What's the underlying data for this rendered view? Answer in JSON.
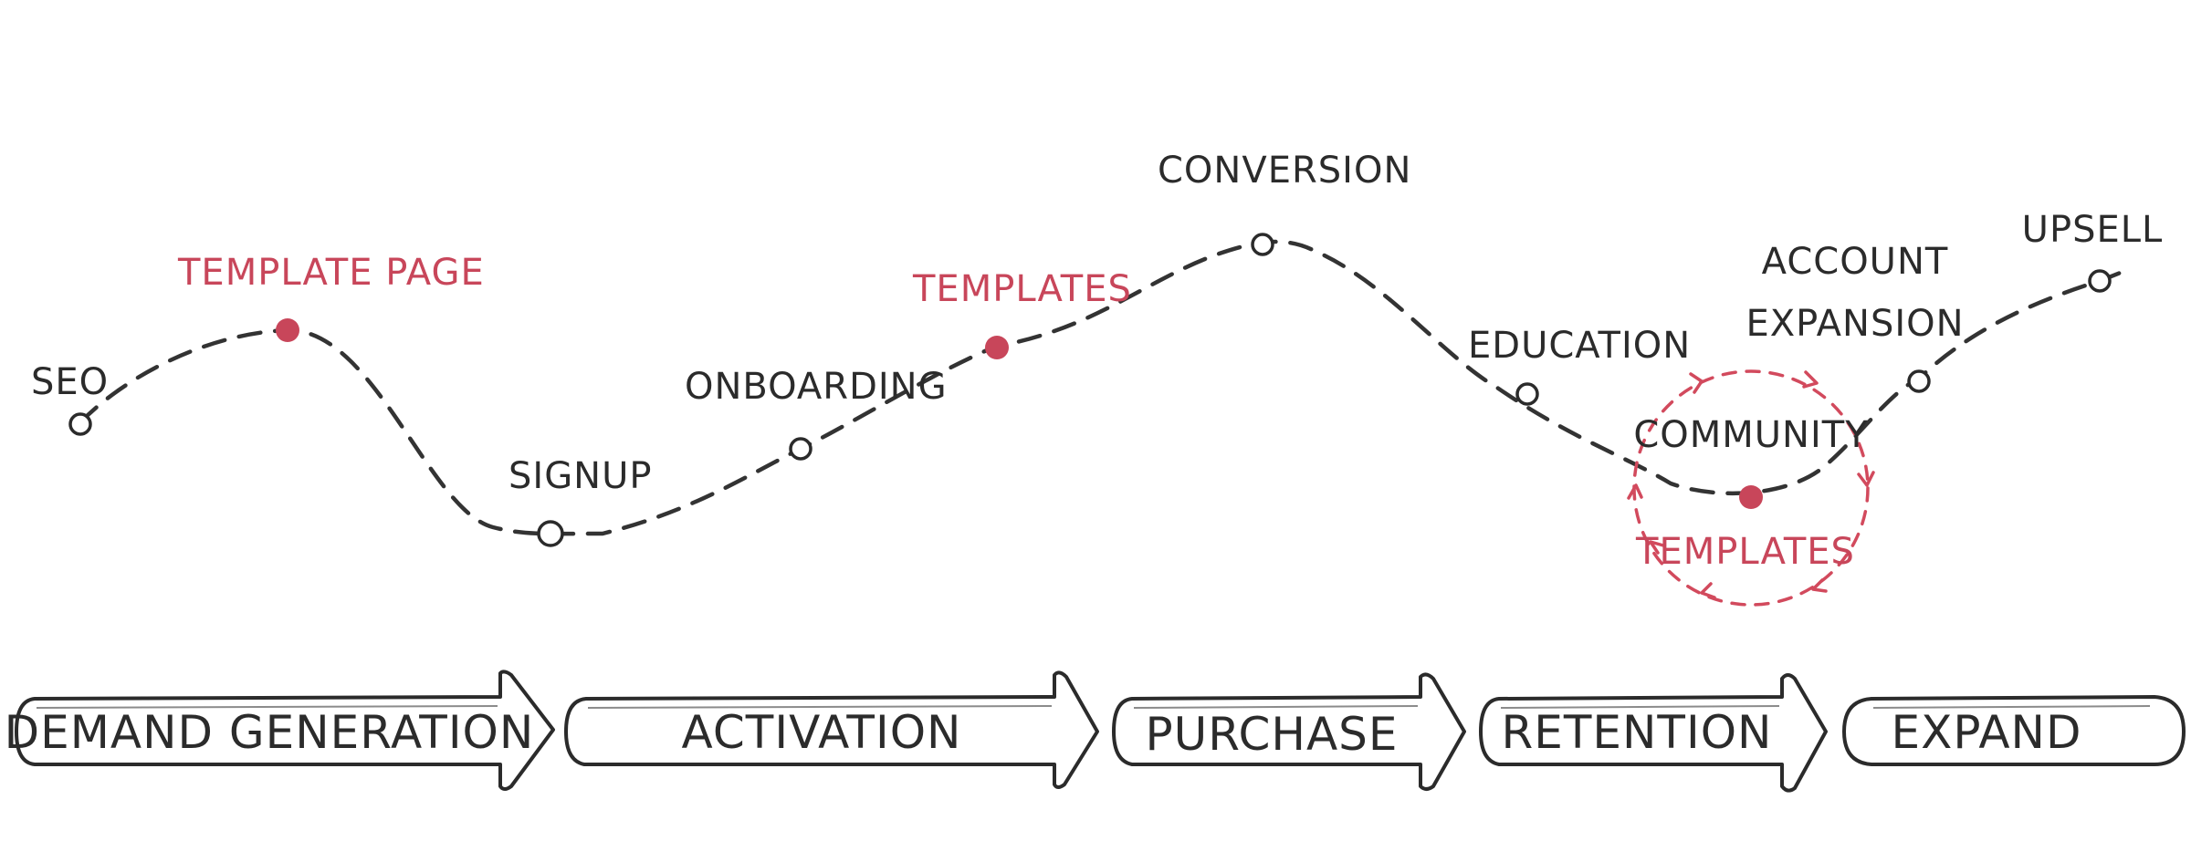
{
  "journey": {
    "nodes": [
      {
        "id": "seo",
        "label": "SEO",
        "highlight": false
      },
      {
        "id": "template-page",
        "label": "TEMPLATE PAGE",
        "highlight": true
      },
      {
        "id": "signup",
        "label": "SIGNUP",
        "highlight": false
      },
      {
        "id": "onboarding",
        "label": "ONBOARDING",
        "highlight": false
      },
      {
        "id": "templates",
        "label": "TEMPLATES",
        "highlight": true
      },
      {
        "id": "conversion",
        "label": "CONVERSION",
        "highlight": false
      },
      {
        "id": "education",
        "label": "EDUCATION",
        "highlight": false
      },
      {
        "id": "community",
        "label": "COMMUNITY",
        "highlight": true
      },
      {
        "id": "account-expansion",
        "label": [
          "ACCOUNT",
          "EXPANSION"
        ],
        "highlight": false
      },
      {
        "id": "upsell",
        "label": "UPSELL",
        "highlight": false
      }
    ],
    "loop_label": "TEMPLATES"
  },
  "stages": [
    {
      "id": "demand-generation",
      "label": "DEMAND GENERATION"
    },
    {
      "id": "activation",
      "label": "ACTIVATION"
    },
    {
      "id": "purchase",
      "label": "PURCHASE"
    },
    {
      "id": "retention",
      "label": "RETENTION"
    },
    {
      "id": "expand",
      "label": "EXPAND"
    }
  ],
  "colors": {
    "ink": "#2b2b2b",
    "accent": "#c8465a",
    "background": "#ffffff"
  }
}
